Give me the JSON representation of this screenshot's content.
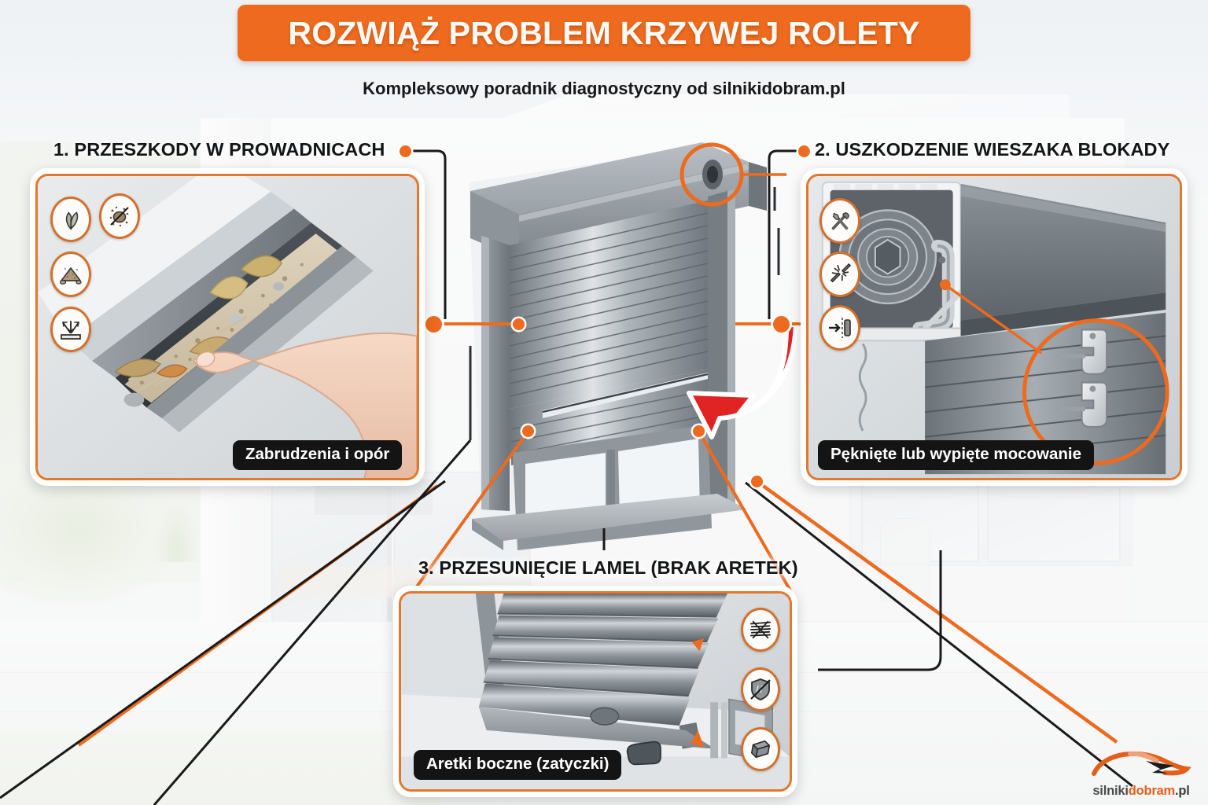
{
  "header": {
    "title": "ROZWIĄŻ PROBLEM KRZYWEJ ROLETY",
    "subtitle": "Kompleksowy poradnik diagnostyczny od silnikidobram.pl",
    "banner_color": "#ED6A1E",
    "title_color": "#FDFAF6"
  },
  "theme": {
    "accent": "#ED6A1E",
    "accent_border": "#E2782E",
    "caption_bg": "#141414",
    "caption_text": "#FFFFFF",
    "line_dark": "#1A1A1A",
    "arrow_red": "#E02323"
  },
  "panels": [
    {
      "number": "1.",
      "title": "1. PRZESZKODY W PROWADNICACH",
      "caption": "Zabrudzenia i opór",
      "scene": "dirty-guide-rail-with-leaves-sand-and-pointing-finger",
      "icons": [
        {
          "name": "leaves-icon",
          "label": "liście"
        },
        {
          "name": "debris-blocked-icon",
          "label": "zanieczyszczenia"
        },
        {
          "name": "sand-pile-icon",
          "label": "piasek"
        },
        {
          "name": "friction-resistance-icon",
          "label": "opór"
        }
      ]
    },
    {
      "number": "2.",
      "title": "2. USZKODZENIE WIESZAKA BLOKADY",
      "caption": "Pęknięte lub wypięte mocowanie",
      "scene": "shutter-box-cutaway-with-roller-drum-and-hanger-straps",
      "icons": [
        {
          "name": "tools-icon",
          "label": "narzędzia"
        },
        {
          "name": "broken-part-icon",
          "label": "pęknięcie"
        },
        {
          "name": "slide-out-icon",
          "label": "wypięcie"
        }
      ]
    },
    {
      "number": "3.",
      "title": "3. PRZESUNIĘCIE LAMEL (BRAK ARETEK)",
      "caption": "Aretki boczne (zatyczki)",
      "scene": "shutter-slats-shifted-sideways-with-side-stopper-clip",
      "icons": [
        {
          "name": "misaligned-slats-icon",
          "label": "przesunięcie lamel"
        },
        {
          "name": "no-protection-icon",
          "label": "brak zabezpieczenia"
        },
        {
          "name": "stopper-clip-icon",
          "label": "zatyczka"
        }
      ]
    }
  ],
  "center": {
    "scene": "grey-roller-shutter-on-window-with-crooked-slats",
    "problem_arrow": "red-arrow-pointing-at-misaligned-slats",
    "highlight": "orange-circle-on-shutter-box-end-cap"
  },
  "logo": {
    "part1": "silniki",
    "part2": "dobram",
    "part3": ".pl",
    "mark": "car-silhouette-with-arrow-icon"
  }
}
